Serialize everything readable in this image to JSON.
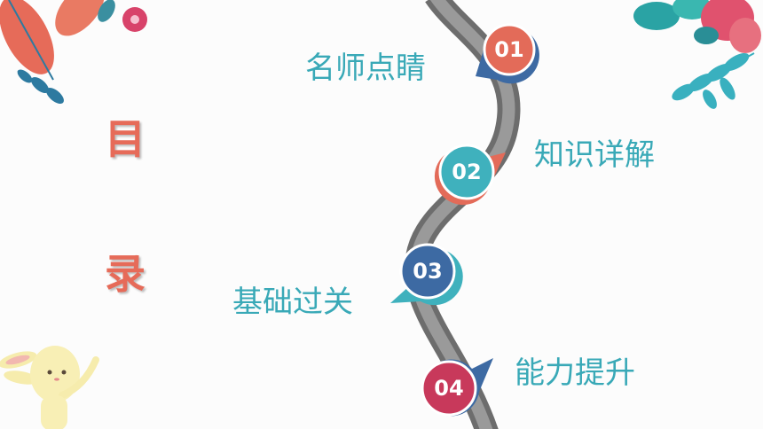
{
  "title": {
    "char1": "目",
    "char2": "录"
  },
  "items": [
    {
      "number": "01",
      "label": "名师点睛",
      "color": "#e36b59"
    },
    {
      "number": "02",
      "label": "知识详解",
      "color": "#3fb1bd"
    },
    {
      "number": "03",
      "label": "基础过关",
      "color": "#3d6aa3"
    },
    {
      "number": "04",
      "label": "能力提升",
      "color": "#c8395b"
    }
  ],
  "colors": {
    "accent_teal": "#39a9b7",
    "title_red": "#e66b59",
    "road": "#7b7b7b"
  },
  "icons": [
    "leaf-icon",
    "flower-icon",
    "bunny-icon"
  ]
}
